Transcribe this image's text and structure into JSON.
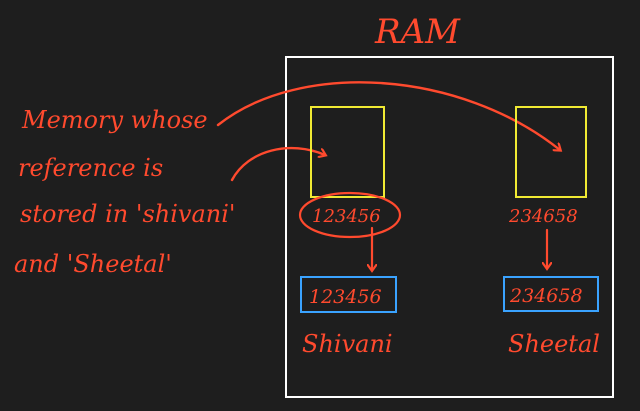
{
  "colors": {
    "background": "#1e1e1e",
    "ink_red": "#ff4a2e",
    "ram_border": "#ffffff",
    "object_box": "#f0ea33",
    "reference_box": "#3aa3ff"
  },
  "ram_label": "RAM",
  "annotation_lines": [
    "Memory whose",
    "reference is",
    "stored in 'shivani'",
    "and 'Sheetal'"
  ],
  "objects": [
    {
      "address": "123456",
      "reference_value": "123456",
      "variable": "Shivani"
    },
    {
      "address": "234658",
      "reference_value": "234658",
      "variable": "Sheetal"
    }
  ]
}
